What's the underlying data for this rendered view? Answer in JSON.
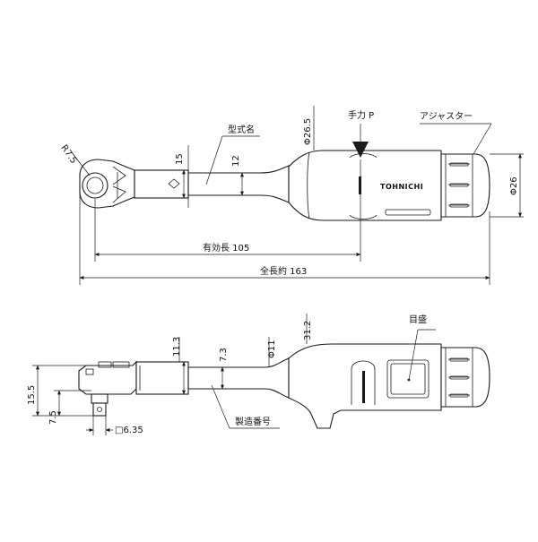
{
  "labels": {
    "hand_force": "手力 P",
    "adjuster": "アジャスター",
    "model_name": "型式名",
    "effective_length": "有効長 105",
    "total_length": "全長約 163",
    "scale": "目盛",
    "serial_number": "製造番号",
    "brand": "TOHNICHI"
  },
  "dimensions": {
    "head_radius": "R7.5",
    "body_height_15": "15",
    "body_height_12": "12",
    "grip_diameter_26_5": "Φ26.5",
    "adjuster_diameter_26": "Φ26",
    "side_head_15_5": "15.5",
    "side_head_7_5": "7.5",
    "square_drive": "□6.35",
    "side_11_3": "11.3",
    "side_7_3": "7.3",
    "side_phi_11": "Φ11",
    "side_31_2": "31.2"
  }
}
